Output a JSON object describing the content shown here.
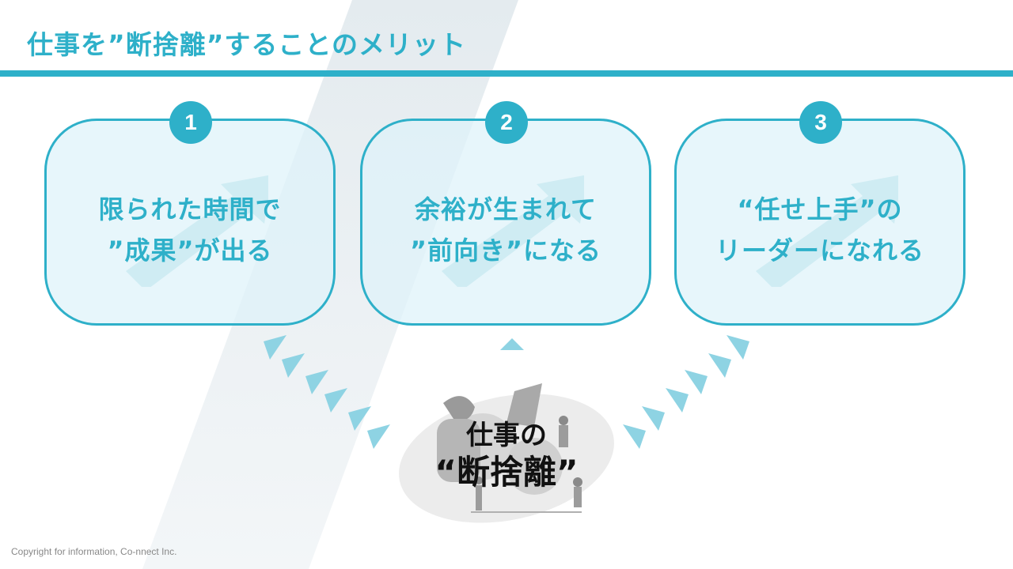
{
  "header": {
    "title": "仕事を”断捨離”することのメリット"
  },
  "benefits": [
    {
      "number": "1",
      "line1": "限られた時間で",
      "line2": "”成果”が出る"
    },
    {
      "number": "2",
      "line1": "余裕が生まれて",
      "line2": "”前向き”になる"
    },
    {
      "number": "3",
      "line1": "“任せ上手”の",
      "line2": "リーダーになれる"
    }
  ],
  "hub": {
    "line1": "仕事の",
    "line2": "“断捨離”",
    "image": "teamwork-illustration"
  },
  "footer": {
    "copyright": "Copyright for information, Co-nnect Inc."
  },
  "colors": {
    "accent": "#2eb0c9",
    "card_fill": "#e3f4f9",
    "connector": "#8ed3e3"
  }
}
